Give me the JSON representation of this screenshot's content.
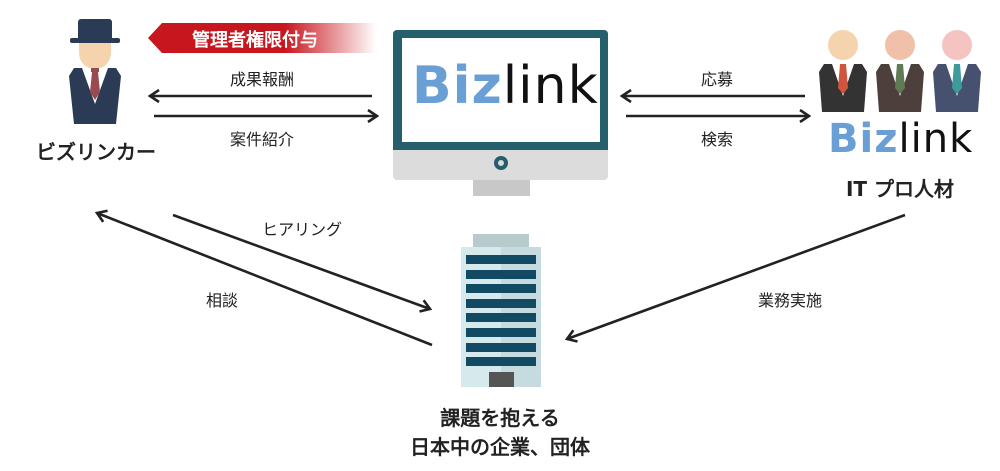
{
  "banner": {
    "label": "管理者権限付与",
    "color": "#c8161e"
  },
  "actors": {
    "bizlinker": {
      "label": "ビズリンカー"
    },
    "platform": {
      "logo_bold": "Biz",
      "logo_light": "link"
    },
    "it_pros": {
      "logo_bold": "Biz",
      "logo_light": "link",
      "label": "IT プロ人材"
    },
    "company": {
      "line1": "課題を抱える",
      "line2": "日本中の企業、団体"
    }
  },
  "flows": {
    "reward": "成果報酬",
    "introduction": "案件紹介",
    "apply": "応募",
    "search": "検索",
    "hearing": "ヒアリング",
    "consult": "相談",
    "work": "業務実施"
  },
  "colors": {
    "brand_blue": "#6a9fd6",
    "monitor_frame": "#245f6b",
    "navy": "#2b3a55"
  }
}
